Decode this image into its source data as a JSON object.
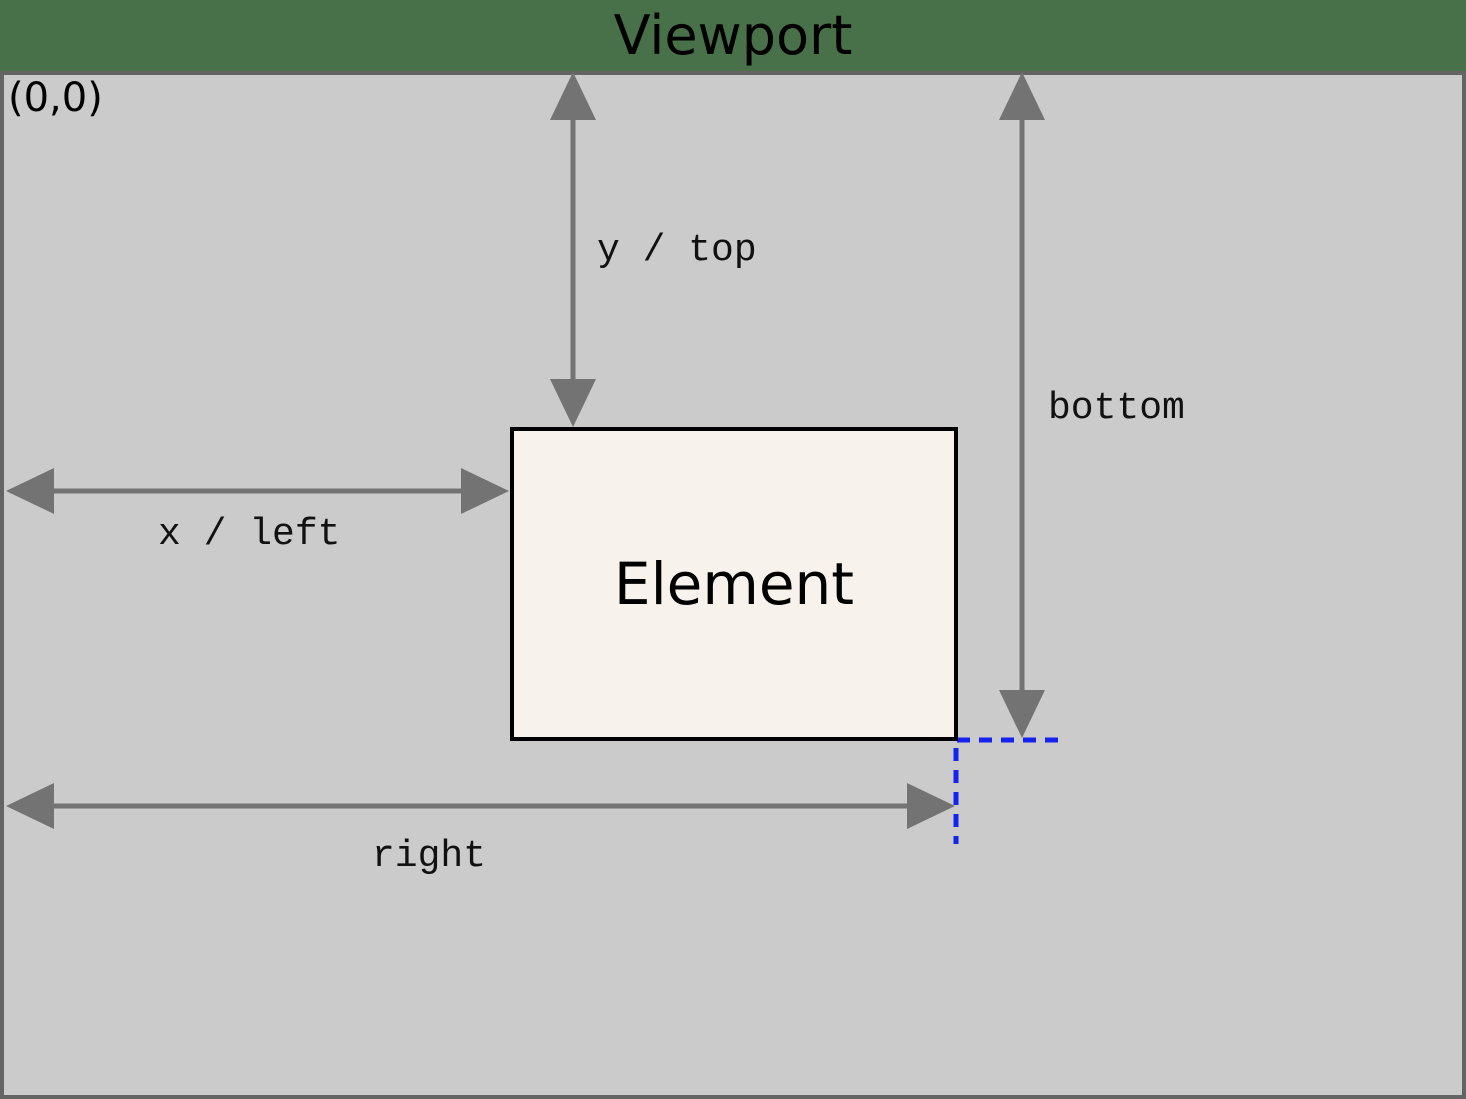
{
  "title": "Viewport",
  "origin_label": "(0,0)",
  "element": {
    "label": "Element"
  },
  "labels": {
    "y_top": "y / top",
    "x_left": "x / left",
    "bottom": "bottom",
    "right": "right"
  },
  "colors": {
    "background": "#487049",
    "viewport_fill": "#cbcbcb",
    "viewport_border": "#646464",
    "arrow": "#737373",
    "element_fill": "#f7f3ec",
    "element_border": "#000000",
    "guide_blue": "#1522f0",
    "text": "#000000"
  }
}
